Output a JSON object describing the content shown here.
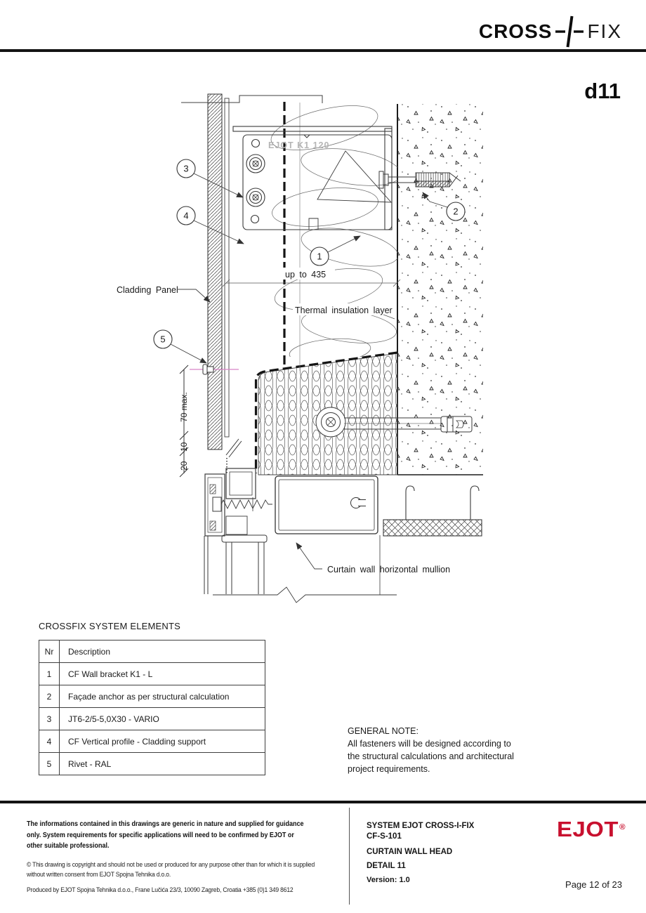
{
  "brand": {
    "left": "CROSS",
    "right": "FIX",
    "detail_badge": "d11"
  },
  "drawing": {
    "stamp": "EJOT K1 120",
    "labels": {
      "cladding_panel": "Cladding Panel",
      "up_to": "up to 435",
      "thermal": "Thermal insulation layer",
      "mullion": "Curtain wall horizontal mullion"
    },
    "dims": {
      "d70": "70 max.",
      "d10": "10",
      "d20": "20"
    },
    "callouts": {
      "c1": "1",
      "c2": "2",
      "c3": "3",
      "c4": "4",
      "c5": "5"
    },
    "colors": {
      "centerline": "#d884c6",
      "line": "#3f3f3f"
    }
  },
  "elements_table": {
    "title": "CROSSFIX SYSTEM ELEMENTS",
    "columns": {
      "nr": "Nr",
      "description": "Description"
    },
    "rows": [
      {
        "nr": "1",
        "description": "CF Wall bracket K1 - L"
      },
      {
        "nr": "2",
        "description": "Façade anchor as per structural calculation"
      },
      {
        "nr": "3",
        "description": "JT6-2/5-5,0X30 - VARIO"
      },
      {
        "nr": "4",
        "description": "CF Vertical profile - Cladding support"
      },
      {
        "nr": "5",
        "description": "Rivet - RAL"
      }
    ]
  },
  "general_note": {
    "title": "GENERAL NOTE:",
    "lines": [
      "All fasteners will be designed according to",
      "the structural calculations and architectural",
      "project requirements."
    ]
  },
  "footer": {
    "disclaimer_lines": [
      "The informations contained in this drawings are generic in nature and supplied for guidance",
      "only. System requirements for specific applications will need to be confirmed by EJOT or",
      "other suitable professional."
    ],
    "copyright_symbol": "©",
    "copyright_lines": [
      "This drawing is copyright and should not be used or produced for any purpose other than for which it is supplied",
      "without written consent from EJOT Spojna Tehnika d.o.o."
    ],
    "produced_by": "Produced by EJOT Spojna Tehnika d.o.o., Frane Lučića 23/3, 10090 Zagreb, Croatia +385 (0)1 349 8612",
    "system_line1": "SYSTEM EJOT CROSS-I-FIX",
    "system_line2": "CF-S-101",
    "project": "CURTAIN WALL HEAD",
    "detail": "DETAIL 11",
    "version": "Version: 1.0",
    "logo_text": "EJOT",
    "registered": "®",
    "page": "Page 12 of 23",
    "brand_color": "#C8102E"
  }
}
